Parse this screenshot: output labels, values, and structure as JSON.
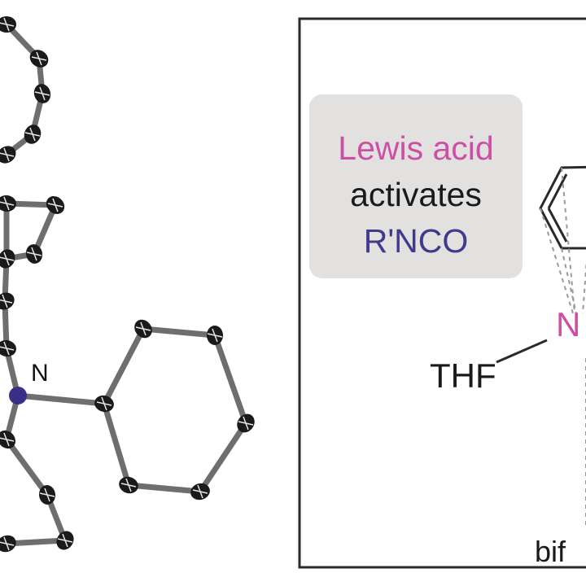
{
  "ortep": {
    "atom_label": "N",
    "atom_color": "#3a2f86",
    "bond_color": "#6e6e6e",
    "atom_fill": "#1a1a1a"
  },
  "panel": {
    "callout": {
      "line1": "Lewis acid",
      "line2": "activates",
      "line3": "R'NCO",
      "line1_color": "#cc4fa6",
      "line2_color": "#1a1a1a",
      "line3_color": "#3f3a8c",
      "background": "#e3e1e0"
    },
    "metal_label": "N",
    "metal_color": "#cc4fa6",
    "ligand_label": "THF",
    "caption": "bif"
  }
}
